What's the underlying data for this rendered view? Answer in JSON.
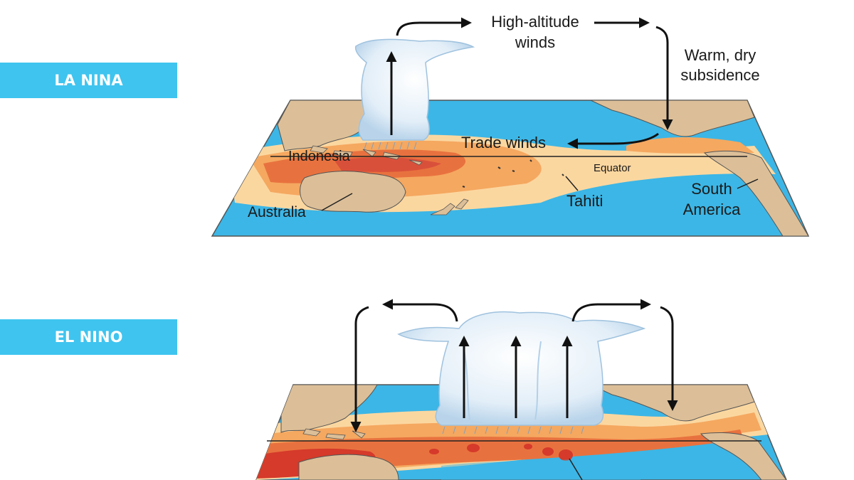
{
  "panels": {
    "la_nina": {
      "tag": "LA NINA",
      "labels": {
        "high_altitude_1": "High-altitude",
        "high_altitude_2": "winds",
        "subsidence_1": "Warm, dry",
        "subsidence_2": "subsidence",
        "trade_winds": "Trade winds",
        "indonesia": "Indonesia",
        "equator": "Equator",
        "australia": "Australia",
        "tahiti": "Tahiti",
        "south_america_1": "South",
        "south_america_2": "America"
      }
    },
    "el_nino": {
      "tag": "EL NINO"
    }
  },
  "colors": {
    "tag_background": "#3fc4ef",
    "ocean": "#3cb6e6",
    "land": "#dcbf98",
    "warm_light": "#fbd7a0",
    "warm_mid": "#f5a860",
    "warm_hot": "#e8723f",
    "warm_extreme": "#d53a2a",
    "cloud": "#d8e9f6"
  }
}
